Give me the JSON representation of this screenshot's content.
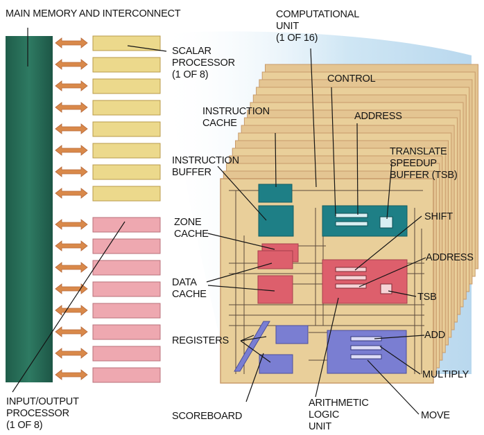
{
  "labels": {
    "main_memory": "MAIN MEMORY AND INTERCONNECT",
    "computational_unit": "COMPUTATIONAL\nUNIT\n(1 OF 16)",
    "scalar_processor": "SCALAR\nPROCESSOR\n(1 OF 8)",
    "control": "CONTROL",
    "instruction_cache": "INSTRUCTION\nCACHE",
    "address_top": "ADDRESS",
    "translate_speedup_buffer": "TRANSLATE\nSPEEDUP\nBUFFER (TSB)",
    "instruction_buffer": "INSTRUCTION\nBUFFER",
    "zone_cache": "ZONE\nCACHE",
    "shift": "SHIFT",
    "address_right": "ADDRESS",
    "data_cache": "DATA\nCACHE",
    "tsb": "TSB",
    "registers": "REGISTERS",
    "add": "ADD",
    "multiply": "MULTIPLY",
    "io_processor": "INPUT/OUTPUT\nPROCESSOR\n(1 OF 8)",
    "scoreboard": "SCOREBOARD",
    "arithmetic_logic_unit": "ARITHMETIC\nLOGIC\nUNIT",
    "move": "MOVE"
  },
  "structure": {
    "scalar_processor_count": 8,
    "io_processor_count": 8,
    "computational_unit_count": 16
  },
  "colors": {
    "memory_bar": "#2e7a62",
    "arrow": "#d9894a",
    "scalar_block": "#ecd98c",
    "io_block": "#eea8b0",
    "unit_board": "#e9cf9a",
    "unit_edge": "#c89a6a",
    "teal_block": "#1e7f86",
    "red_block": "#dd5f6c",
    "blue_block": "#7a7ed2",
    "perspective_fill": "#cfe6f4"
  }
}
